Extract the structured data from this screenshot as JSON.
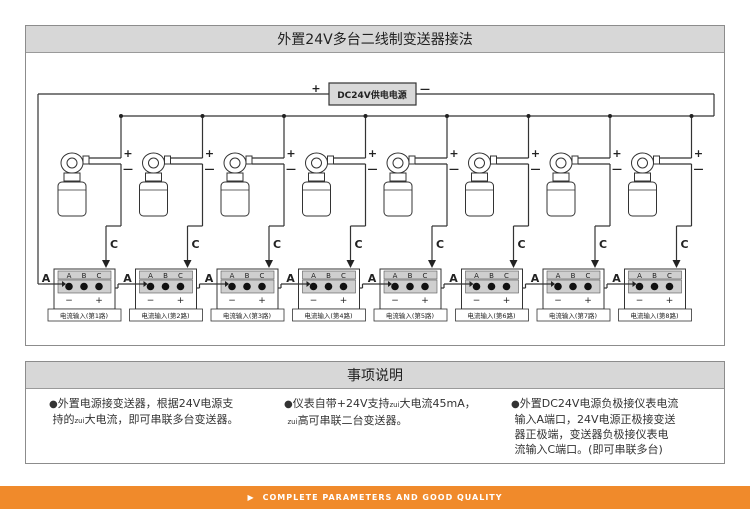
{
  "wiring": {
    "title": "外置24V多台二线制变送器接法",
    "power_supply": {
      "label": "DC24V供电电源",
      "plus": "+",
      "minus": "—"
    },
    "transmitter_plus": "+",
    "transmitter_minus": "—",
    "c_label": "C",
    "a_label": "A",
    "terminal": {
      "a": "A",
      "b": "B",
      "c": "C",
      "minus": "−",
      "plus": "+"
    },
    "channels": [
      "电流输入(第1路)",
      "电流输入(第2路)",
      "电流输入(第3路)",
      "电流输入(第4路)",
      "电流输入(第5路)",
      "电流输入(第6路)",
      "电流输入(第7路)",
      "电流输入(第8路)"
    ]
  },
  "notes": {
    "title": "事项说明",
    "bullet": "●",
    "zui": "zui",
    "n1": {
      "line1": "外置电源接变送器，根据24V电源支",
      "line2a": "持的",
      "line2b": "大电流，即可串联多台变送器。"
    },
    "n2": {
      "line1a": "仪表自带+24V支持",
      "line1b": "大电流45mA，",
      "line2b": "高可串联二台变送器。"
    },
    "n3": {
      "line1": "外置DC24V电源负极接仪表电流",
      "line2": "输入A端口，24V电源正极接变送",
      "line3": "器正极端，变送器负极接仪表电",
      "line4": "流输入C端口。(即可串联多台)"
    }
  },
  "footer": {
    "text": "COMPLETE PARAMETERS AND GOOD QUALITY",
    "arrow": "▶"
  }
}
